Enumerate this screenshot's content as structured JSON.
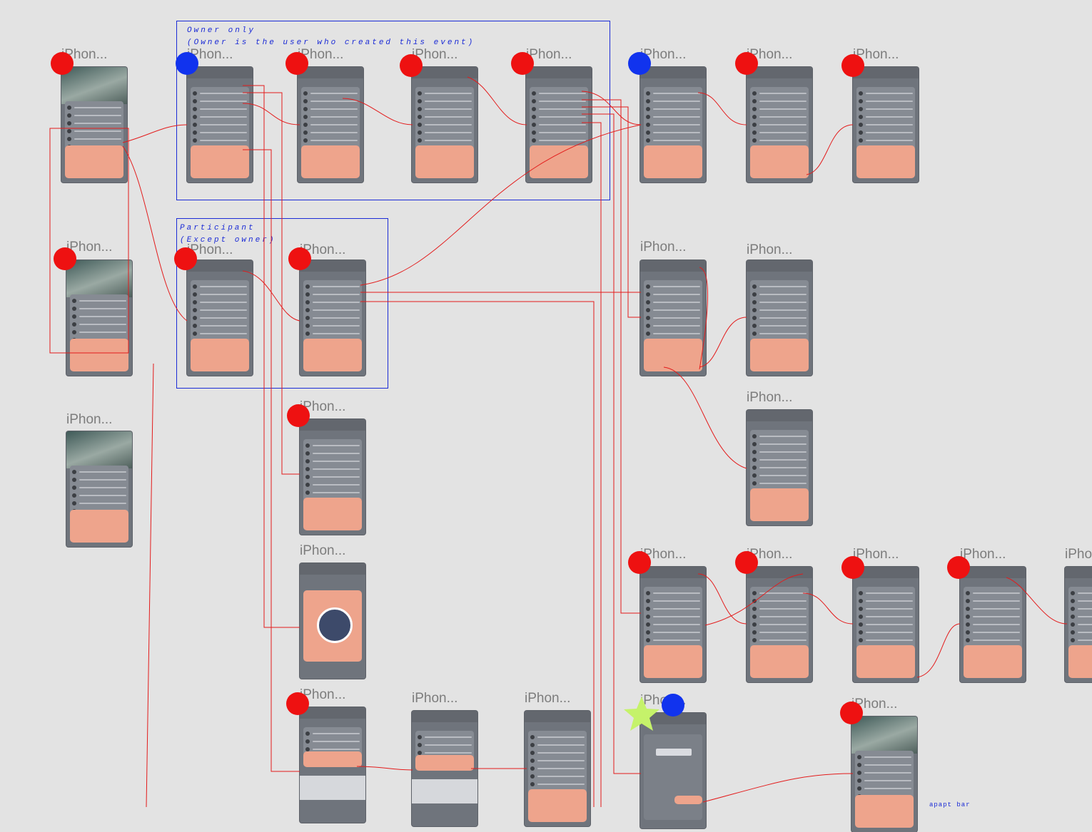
{
  "frame_label": "iPhon...",
  "groups": [
    {
      "id": "owner",
      "line1": "Owner only",
      "line2": "(Owner is the user who created this event)"
    },
    {
      "id": "participant",
      "line1": "Participant",
      "line2": "(Except owner)"
    }
  ],
  "bottom_note": "apapt bar",
  "colors": {
    "canvas": "#e3e3e3",
    "screen": "#6f747c",
    "accent": "#eea48c",
    "wire": "#e31b1b",
    "group": "#1b2bd6",
    "marker_red": "#ee1111",
    "marker_blue": "#1133ee",
    "star": "#c5f26a"
  }
}
